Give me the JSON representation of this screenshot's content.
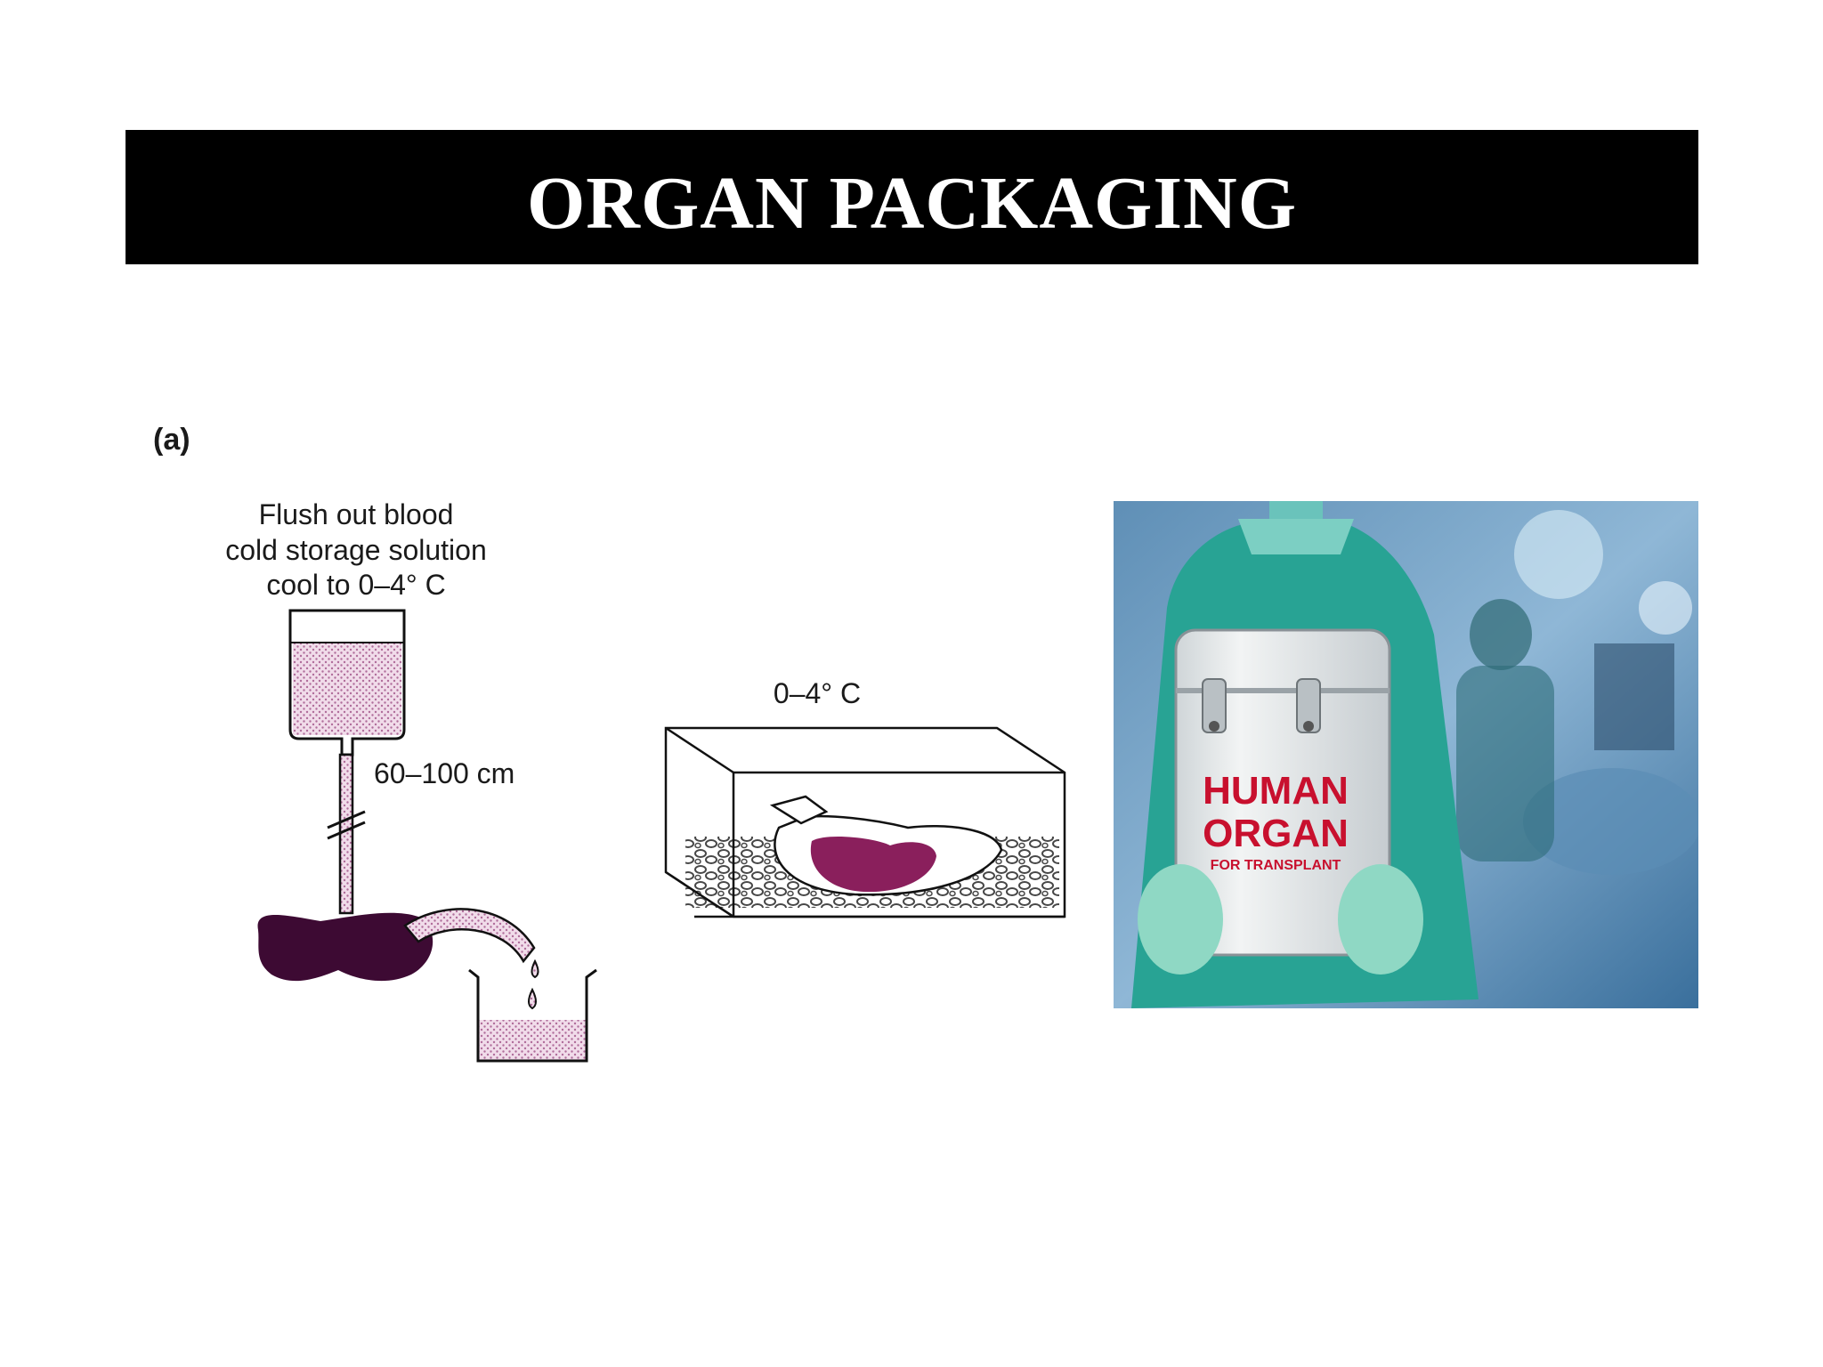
{
  "slide": {
    "title": "ORGAN PACKAGING"
  },
  "diagram": {
    "panel_label": "(a)",
    "flush_caption": [
      "Flush out blood",
      "cold storage solution",
      "cool to 0–4° C"
    ],
    "height_label": "60–100 cm",
    "box_temp_label": "0–4° C"
  },
  "photo": {
    "case_label_line1": "HUMAN",
    "case_label_line2": "ORGAN",
    "case_label_line3": "FOR TRANSPLANT"
  },
  "colors": {
    "title_bar": "#000000",
    "title_text": "#ffffff",
    "organ": "#3d0a33",
    "organ_in_bag": "#8a1f5c",
    "fluid": "#e8c9df",
    "scrubs": "#2aa59a",
    "case_label": "#c8102e"
  }
}
